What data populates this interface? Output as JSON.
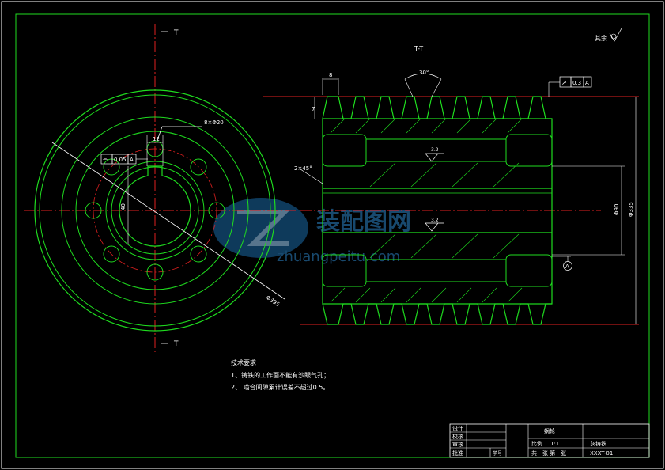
{
  "sheet": {
    "background": "#000000",
    "line_green": "#1fdc1f",
    "line_red": "#e02020",
    "line_white": "#ffffff"
  },
  "left_view": {
    "cut_label_top": "T",
    "cut_label_bottom": "T",
    "hole_dim": "8×Φ20",
    "outer_dim": "Φ395",
    "keyway_dim": "40",
    "key_width_dim": "12",
    "symmetry_tol": {
      "symbol": "⌯",
      "value": "0.05",
      "datum": "A"
    }
  },
  "section_view": {
    "title": "T-T",
    "tooth_width_dim": "8",
    "tooth_height_dim": "7",
    "angle_dim": "30°",
    "runout_tol": {
      "symbol": "↗",
      "value": "0.3",
      "datum": "A"
    },
    "chamfer": "2×45°",
    "roughness_1": "3.2",
    "roughness_2": "3.2",
    "dia_inner": "Φ90",
    "dia_outer": "Φ335",
    "datum_label": "A",
    "other_surfaces": "其余"
  },
  "notes": {
    "heading": "技术要求",
    "line1": "1、铸铁的工作面不能有沙眼气孔；",
    "line2": "2、 啮合间隙累计误差不超过0.5。"
  },
  "watermark": {
    "cn": "装配图网",
    "en": "zhuangpeitu.com"
  },
  "title_block": {
    "design": "设计",
    "check": "校核",
    "review": "审核",
    "approve": "批准",
    "part_name": "蜗轮",
    "scale_label": "比例",
    "scale_value": "1:1",
    "material": "灰铸铁",
    "sheets": "共　张 第　张",
    "student_no": "学号",
    "drawing_no": "XXXT-01"
  }
}
